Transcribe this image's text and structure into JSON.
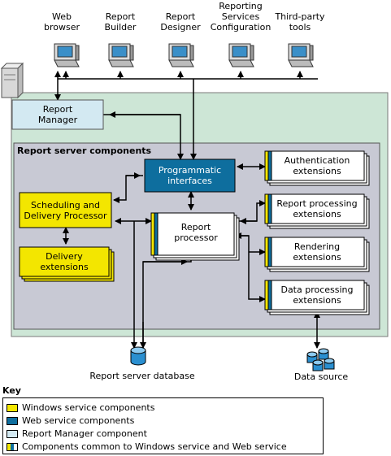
{
  "clients": [
    {
      "label": "Web\nbrowser"
    },
    {
      "label": "Report\nBuilder"
    },
    {
      "label": "Report\nDesigner"
    },
    {
      "label": "Reporting\nServices\nConfiguration"
    },
    {
      "label": "Third-party\ntools"
    }
  ],
  "report_manager": {
    "label": "Report\nManager"
  },
  "components_title": "Report server components",
  "programmatic": {
    "label": "Programmatic\ninterfaces"
  },
  "scheduling": {
    "label": "Scheduling and\nDelivery Processor"
  },
  "delivery": {
    "label": "Delivery\nextensions"
  },
  "report_processor": {
    "label": "Report\nprocessor"
  },
  "extensions": [
    {
      "label": "Authentication\nextensions"
    },
    {
      "label": "Report processing\nextensions"
    },
    {
      "label": "Rendering\nextensions"
    },
    {
      "label": "Data processing\nextensions"
    }
  ],
  "report_db": {
    "label": "Report server database"
  },
  "data_source": {
    "label": "Data source"
  },
  "key": {
    "title": "Key",
    "items": [
      {
        "label": "Windows service components",
        "color": "#f3e600"
      },
      {
        "label": "Web service components",
        "color": "#0e6e9e"
      },
      {
        "label": "Report Manager component",
        "color": "#d3e9f2"
      },
      {
        "label": "Components common to Windows service and Web service",
        "color": "#ffffff"
      }
    ]
  },
  "colors": {
    "outer_region": "#cde6d6",
    "inner_region": "#c8c9d4",
    "windows_service": "#f3e600",
    "web_service": "#0e6e9e",
    "report_manager": "#d3e9f2",
    "common": "#ffffff"
  }
}
